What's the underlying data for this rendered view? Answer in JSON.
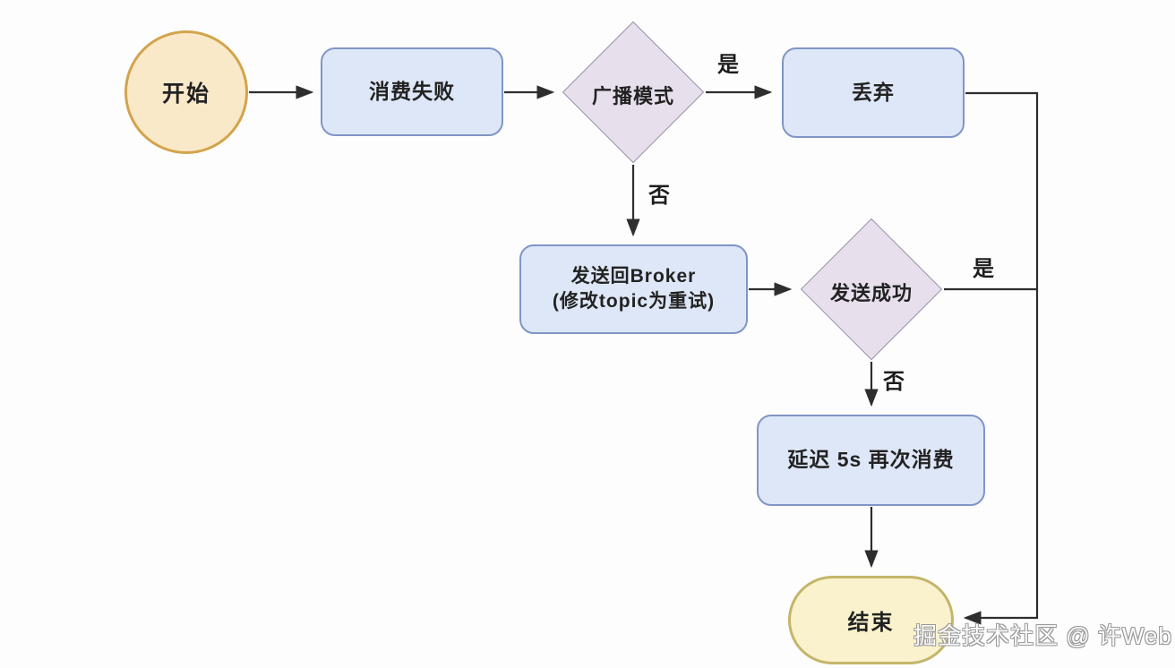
{
  "diagram": {
    "type": "flowchart",
    "nodes": {
      "start": {
        "label": "开始",
        "shape": "circle"
      },
      "consume_fail": {
        "label": "消费失败",
        "shape": "process"
      },
      "broadcast_mode": {
        "label": "广播模式",
        "shape": "decision"
      },
      "discard": {
        "label": "丢弃",
        "shape": "process"
      },
      "send_back_broker": {
        "label_line1": "发送回Broker",
        "label_line2": "(修改topic为重试)",
        "shape": "process"
      },
      "send_success": {
        "label": "发送成功",
        "shape": "decision"
      },
      "delay_retry": {
        "label": "延迟 5s 再次消费",
        "shape": "process"
      },
      "end": {
        "label": "结束",
        "shape": "terminator"
      }
    },
    "edges": [
      {
        "from": "start",
        "to": "consume_fail",
        "label": ""
      },
      {
        "from": "consume_fail",
        "to": "broadcast_mode",
        "label": ""
      },
      {
        "from": "broadcast_mode",
        "to": "discard",
        "label": "是"
      },
      {
        "from": "broadcast_mode",
        "to": "send_back_broker",
        "label": "否"
      },
      {
        "from": "discard",
        "to": "end",
        "label": ""
      },
      {
        "from": "send_back_broker",
        "to": "send_success",
        "label": ""
      },
      {
        "from": "send_success",
        "to": "end",
        "label": "是"
      },
      {
        "from": "send_success",
        "to": "delay_retry",
        "label": "否"
      },
      {
        "from": "delay_retry",
        "to": "end",
        "label": ""
      }
    ],
    "edge_labels": {
      "broadcast_yes": "是",
      "broadcast_no": "否",
      "send_yes": "是",
      "send_no": "否"
    },
    "colors": {
      "start_fill": "#FAE9C8",
      "start_border": "#D2A44C",
      "process_fill": "#DEE7F7",
      "process_border": "#8095C6",
      "decision_fill": "#E7DFEC",
      "decision_border": "#9C93A9",
      "end_fill": "#FAF2CD",
      "end_border": "#C4B56A",
      "line": "#2e2e2e"
    }
  },
  "watermark": "掘金技术社区 @ 许Web"
}
